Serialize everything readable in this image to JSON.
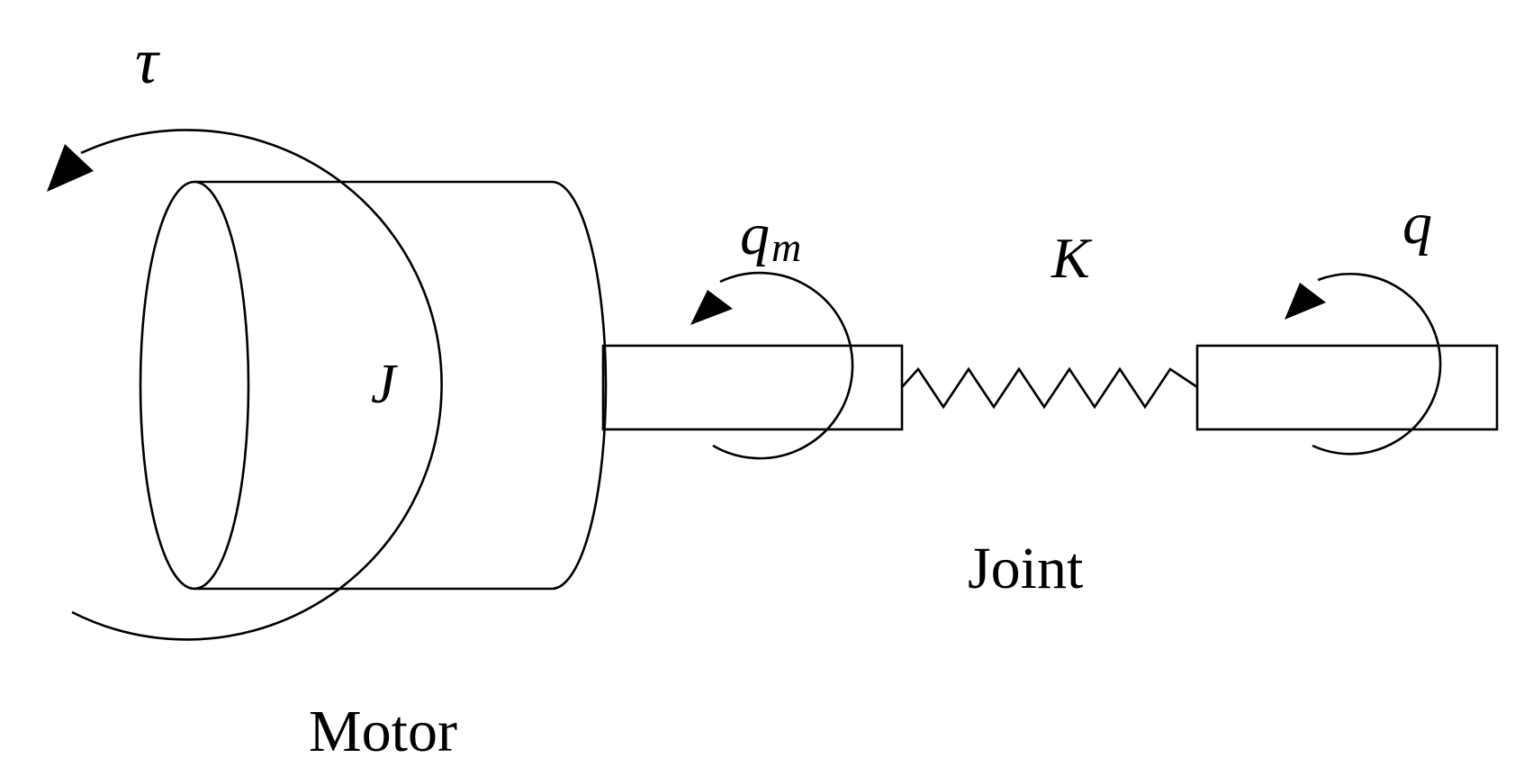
{
  "diagram": {
    "torque_symbol": "τ",
    "inertia_symbol": "J",
    "motor_angle_symbol": "q",
    "motor_angle_subscript": "m",
    "stiffness_symbol": "K",
    "link_angle_symbol": "q",
    "joint_label": "Joint",
    "motor_label": "Motor"
  }
}
